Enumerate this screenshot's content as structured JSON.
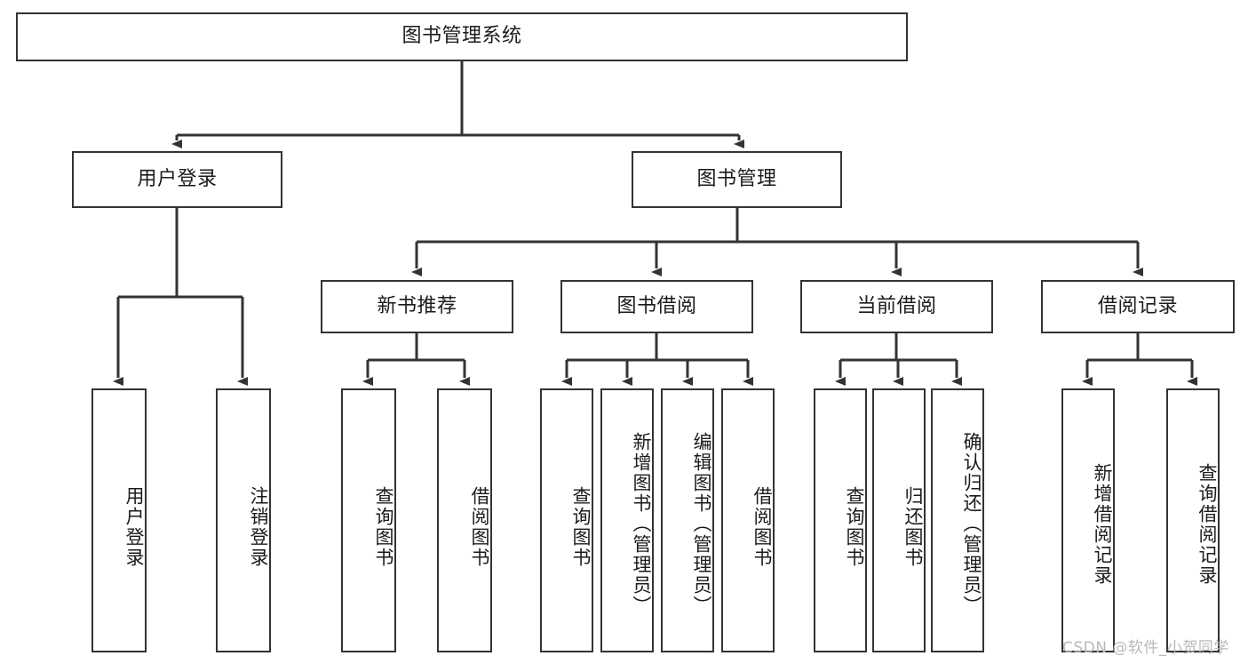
{
  "diagram": {
    "title": "图书管理系统",
    "type": "tree-hierarchy",
    "orientation": "top-down",
    "colors": {
      "stroke": "#333333",
      "fill": "#ffffff",
      "text": "#1b1b1b",
      "watermark": "#b9b9b9"
    },
    "root": {
      "label": "图书管理系统"
    },
    "level2": [
      {
        "id": "user-login",
        "label": "用户登录"
      },
      {
        "id": "book-manage",
        "label": "图书管理"
      }
    ],
    "level3": [
      {
        "id": "new-book-rec",
        "label": "新书推荐",
        "parent": "book-manage"
      },
      {
        "id": "book-borrow",
        "label": "图书借阅",
        "parent": "book-manage"
      },
      {
        "id": "current-borrow",
        "label": "当前借阅",
        "parent": "book-manage"
      },
      {
        "id": "borrow-record",
        "label": "借阅记录",
        "parent": "book-manage"
      }
    ],
    "leaves": [
      {
        "id": "leaf-user-login",
        "label": "用户登录",
        "parent": "user-login"
      },
      {
        "id": "leaf-logout-login",
        "label": "注销登录",
        "parent": "user-login"
      },
      {
        "id": "leaf-query-book-1",
        "label": "查询图书",
        "parent": "new-book-rec"
      },
      {
        "id": "leaf-borrow-book-1",
        "label": "借阅图书",
        "parent": "new-book-rec"
      },
      {
        "id": "leaf-query-book-2",
        "label": "查询图书",
        "parent": "book-borrow"
      },
      {
        "id": "leaf-add-book",
        "label": "新增图书（管理员）",
        "parent": "book-borrow"
      },
      {
        "id": "leaf-edit-book",
        "label": "编辑图书（管理员）",
        "parent": "book-borrow"
      },
      {
        "id": "leaf-borrow-book-2",
        "label": "借阅图书",
        "parent": "book-borrow"
      },
      {
        "id": "leaf-query-book-3",
        "label": "查询图书",
        "parent": "current-borrow"
      },
      {
        "id": "leaf-return-book",
        "label": "归还图书",
        "parent": "current-borrow"
      },
      {
        "id": "leaf-confirm-return",
        "label": "确认归还（管理员）",
        "parent": "current-borrow"
      },
      {
        "id": "leaf-add-record",
        "label": "新增借阅记录",
        "parent": "borrow-record"
      },
      {
        "id": "leaf-query-record",
        "label": "查询借阅记录",
        "parent": "borrow-record"
      }
    ],
    "watermark": "CSDN @软件_小贺同学"
  }
}
